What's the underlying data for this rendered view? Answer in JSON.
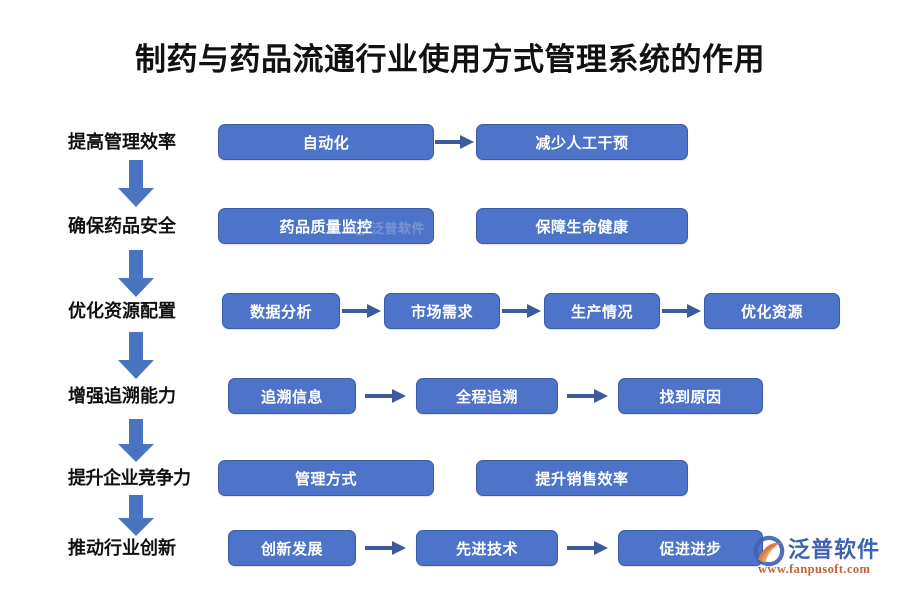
{
  "title": "制药与药品流通行业使用方式管理系统的作用",
  "colors": {
    "node_fill": "#4d74c8",
    "node_border": "#3a5ba8",
    "arrow": "#3d5a9e",
    "down_arrow": "#4a74c0",
    "title_text": "#111111",
    "node_text": "#ffffff",
    "logo_blue": "#3f62b0",
    "logo_orange": "#c2603a"
  },
  "rows": [
    {
      "label": "提高管理效率",
      "nodes": [
        "自动化",
        "减少人工干预"
      ],
      "arrows": [
        "right-arrow-icon"
      ]
    },
    {
      "label": "确保药品安全",
      "nodes": [
        "药品质量监控",
        "保障生命健康"
      ],
      "arrows": []
    },
    {
      "label": "优化资源配置",
      "nodes": [
        "数据分析",
        "市场需求",
        "生产情况",
        "优化资源"
      ],
      "arrows": [
        "right-arrow-icon",
        "right-arrow-icon",
        "right-arrow-icon"
      ]
    },
    {
      "label": "增强追溯能力",
      "nodes": [
        "追溯信息",
        "全程追溯",
        "找到原因"
      ],
      "arrows": [
        "right-arrow-icon",
        "right-arrow-icon"
      ]
    },
    {
      "label": "提升企业竞争力",
      "nodes": [
        "管理方式",
        "提升销售效率"
      ],
      "arrows": []
    },
    {
      "label": "推动行业创新",
      "nodes": [
        "创新发展",
        "先进技术",
        "促进进步"
      ],
      "arrows": [
        "right-arrow-icon",
        "right-arrow-icon"
      ]
    }
  ],
  "down_arrows": [
    "down-arrow-icon",
    "down-arrow-icon",
    "down-arrow-icon",
    "down-arrow-icon",
    "down-arrow-icon"
  ],
  "logo": {
    "name": "泛普软件",
    "url": "www.fanpusoft.com"
  },
  "watermark": {
    "text": "泛普软件"
  }
}
